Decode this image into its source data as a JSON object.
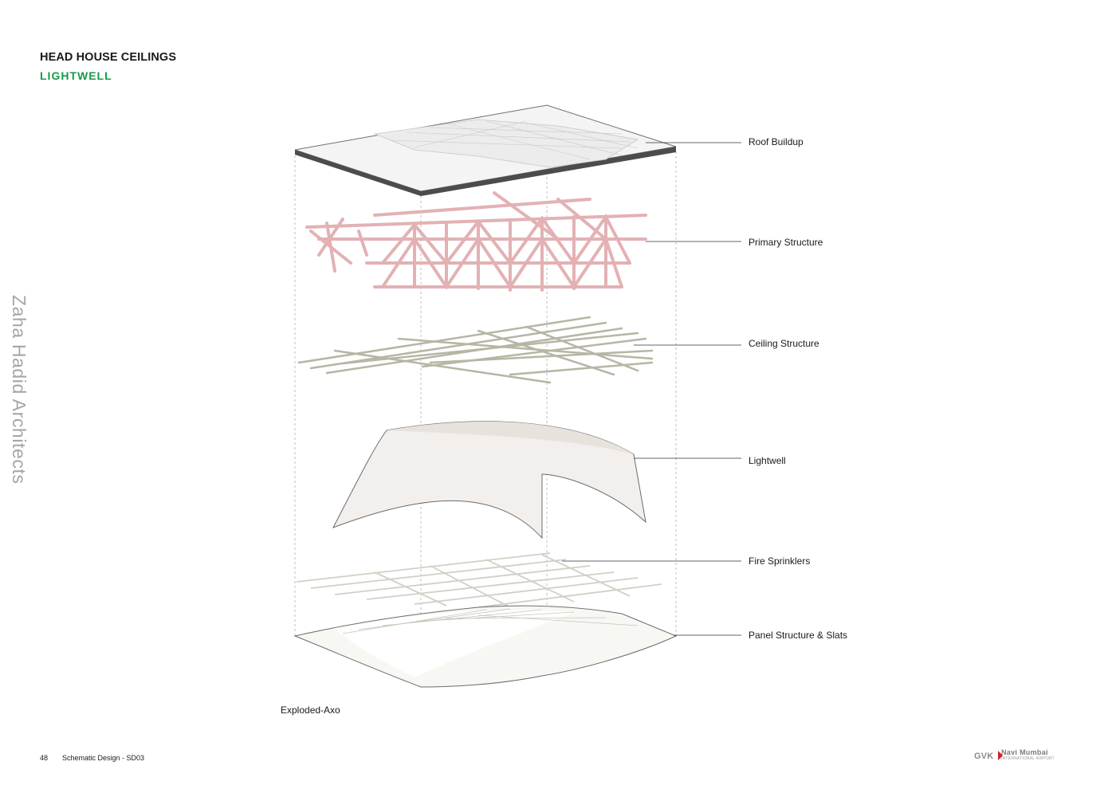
{
  "header": {
    "title": "HEAD HOUSE CEILINGS",
    "subtitle": "LIGHTWELL"
  },
  "side_brand": "Zaha Hadid Architects",
  "layers": [
    {
      "label": "Roof Buildup"
    },
    {
      "label": "Primary Structure"
    },
    {
      "label": "Ceiling Structure"
    },
    {
      "label": "Lightwell"
    },
    {
      "label": "Fire Sprinklers"
    },
    {
      "label": "Panel Structure & Slats"
    }
  ],
  "caption": "Exploded-Axo",
  "footer": {
    "page_number": "48",
    "document": "Schematic Design - SD03"
  },
  "logo": {
    "brand": "GVK",
    "name": "Navi Mumbai",
    "subname": "INTERNATIONAL AIRPORT"
  },
  "colors": {
    "accent_green": "#1a9a4a",
    "truss_pink": "#e3b1b4",
    "logo_red": "#d42027"
  }
}
